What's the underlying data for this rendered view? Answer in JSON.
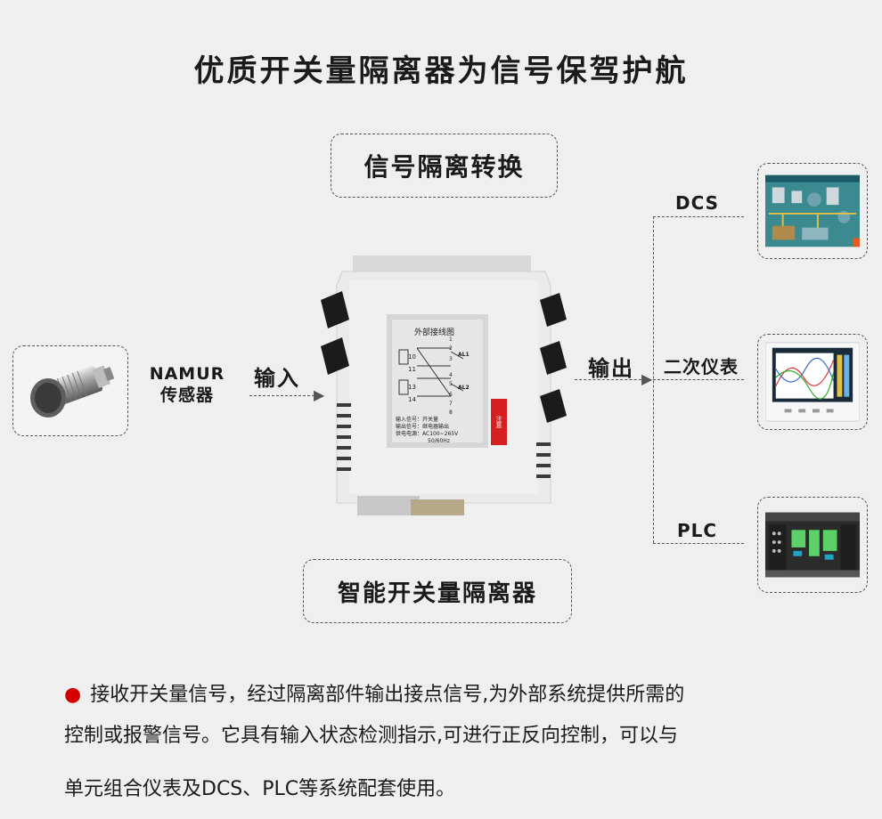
{
  "title": "优质开关量隔离器为信号保驾护航",
  "top_box": "信号隔离转换",
  "bottom_box": "智能开关量隔离器",
  "input": {
    "sensor_line1": "NAMUR",
    "sensor_line2": "传感器",
    "label": "输入"
  },
  "output": {
    "label": "输出",
    "targets": [
      "DCS",
      "二次仪表",
      "PLC"
    ]
  },
  "device": {
    "panel_title": "外部接线图",
    "terminals_left": [
      "10",
      "11",
      "13",
      "14"
    ],
    "terminals_right": [
      "1",
      "2",
      "3",
      "4",
      "5",
      "6",
      "7",
      "8"
    ],
    "alarm_labels": [
      "AL1",
      "AL2"
    ],
    "spec_lines": [
      "输入信号：开关量",
      "输出信号：继电器输出",
      "供电电源：AC100~265V",
      "50/60Hz"
    ],
    "warning": "注意"
  },
  "description": {
    "lines": [
      "接收开关量信号，经过隔离部件输出接点信号,为外部系统提供所需的",
      "控制或报警信号。它具有输入状态检测指示,可进行正反向控制，可以与",
      "单元组合仪表及DCS、PLC等系统配套使用。"
    ]
  },
  "colors": {
    "bullet": "#d40000",
    "warning": "#d62020",
    "device_body": "#ebebeb",
    "terminal_black": "#1b1b1b"
  }
}
